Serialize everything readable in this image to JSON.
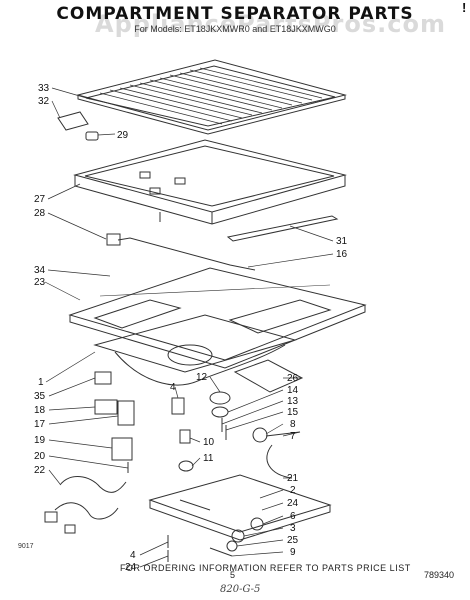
{
  "header": {
    "title": "COMPARTMENT SEPARATOR PARTS",
    "subtitle": "For Models: ET18JKXMWR0 and ET18JKXMWG0",
    "watermark": "AppliancePartsPros.com",
    "corner_mark": "!"
  },
  "footer": {
    "instruction": "FOR ORDERING INFORMATION REFER TO PARTS PRICE LIST",
    "page_number": "5",
    "figure_number": "789340",
    "side_code": "9017",
    "handwritten_note": "820-G-5"
  },
  "callouts": [
    {
      "label": "33"
    },
    {
      "label": "32"
    },
    {
      "label": "29"
    },
    {
      "label": "27"
    },
    {
      "label": "28"
    },
    {
      "label": "31"
    },
    {
      "label": "16"
    },
    {
      "label": "34"
    },
    {
      "label": "23"
    },
    {
      "label": "1"
    },
    {
      "label": "35"
    },
    {
      "label": "18"
    },
    {
      "label": "17"
    },
    {
      "label": "19"
    },
    {
      "label": "20"
    },
    {
      "label": "22"
    },
    {
      "label": "12"
    },
    {
      "label": "4"
    },
    {
      "label": "26"
    },
    {
      "label": "14"
    },
    {
      "label": "13"
    },
    {
      "label": "15"
    },
    {
      "label": "8"
    },
    {
      "label": "7"
    },
    {
      "label": "10"
    },
    {
      "label": "11"
    },
    {
      "label": "21"
    },
    {
      "label": "2"
    },
    {
      "label": "24"
    },
    {
      "label": "6"
    },
    {
      "label": "3"
    },
    {
      "label": "25"
    },
    {
      "label": "9"
    },
    {
      "label": "4"
    },
    {
      "label": "24"
    }
  ]
}
